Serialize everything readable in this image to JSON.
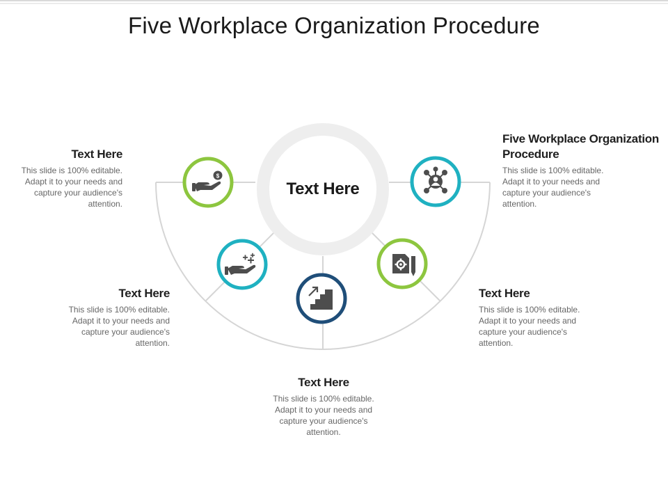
{
  "title": "Five Workplace Organization Procedure",
  "center_label": "Text Here",
  "colors": {
    "green": "#8dc63f",
    "teal": "#1fb1c1",
    "navy": "#1f4e79",
    "ring": "#eeeeee",
    "line": "#d5d5d5",
    "icon": "#4d4d4d"
  },
  "items": [
    {
      "heading": "Text Here",
      "body": "This slide is 100% editable. Adapt it to your needs and capture your audience's attention.",
      "icon": "money-in-hand-icon"
    },
    {
      "heading": "Text Here",
      "body": "This slide is 100% editable. Adapt it to your needs and capture your audience's attention.",
      "icon": "hand-sparkle-icon"
    },
    {
      "heading": "Text Here",
      "body": "This slide is 100% editable. Adapt it to your needs and capture your audience's attention.",
      "icon": "growth-stairs-icon"
    },
    {
      "heading": "Text Here",
      "body": "This slide is 100% editable. Adapt it to your needs and capture your audience's attention.",
      "icon": "gear-document-pencil-icon"
    },
    {
      "heading": "Five Workplace Organization Procedure",
      "body": "This slide is 100% editable. Adapt it to your needs and capture your audience's attention.",
      "icon": "network-person-icon"
    }
  ]
}
